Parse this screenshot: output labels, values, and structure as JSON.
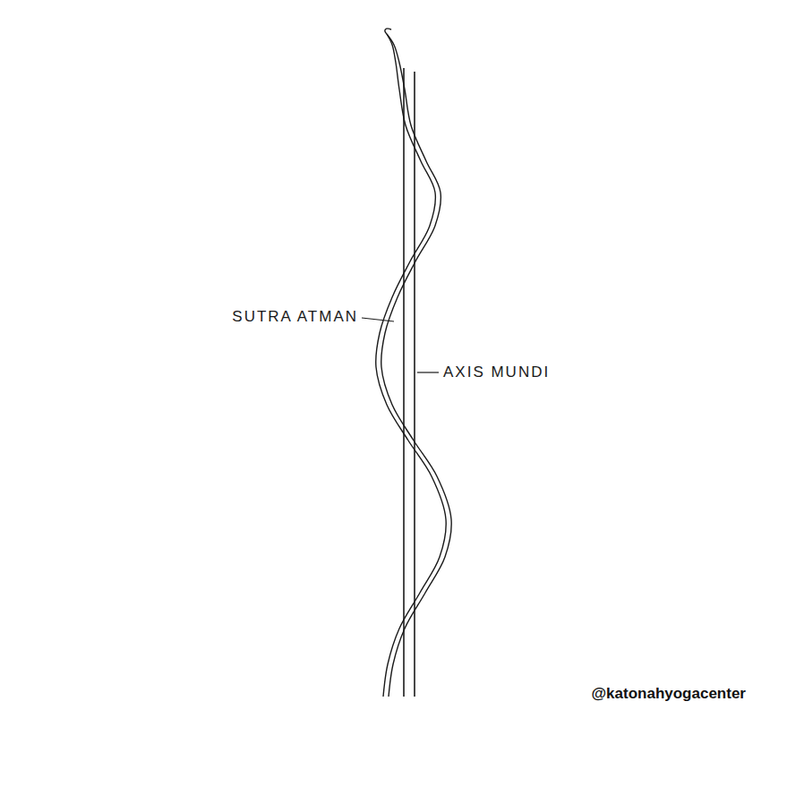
{
  "diagram": {
    "labels": [
      "SUTRA ATMAN",
      "AXIS MUNDI",
      "@katonahyogacenter"
    ]
  }
}
